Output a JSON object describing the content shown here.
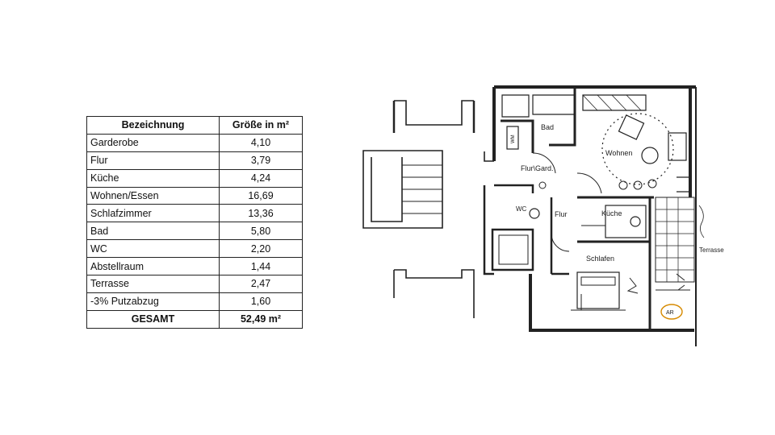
{
  "table": {
    "header_name": "Bezeichnung",
    "header_size": "Größe in m²",
    "rows": [
      {
        "name": "Garderobe",
        "size": "4,10"
      },
      {
        "name": "Flur",
        "size": "3,79"
      },
      {
        "name": "Küche",
        "size": "4,24"
      },
      {
        "name": "Wohnen/Essen",
        "size": "16,69"
      },
      {
        "name": "Schlafzimmer",
        "size": "13,36"
      },
      {
        "name": "Bad",
        "size": "5,80"
      },
      {
        "name": "WC",
        "size": "2,20"
      },
      {
        "name": "Abstellraum",
        "size": "1,44"
      },
      {
        "name": "Terrasse",
        "size": "2,47"
      },
      {
        "name": "-3% Putzabzug",
        "size": "1,60"
      }
    ],
    "total_name": "GESAMT",
    "total_size": "52,49 m²"
  },
  "plan": {
    "labels": {
      "bad": "Bad",
      "wm": "WM",
      "flur_gard": "Flur\\Gard.",
      "wohnen": "Wohnen",
      "wc": "WC",
      "flur": "Flur",
      "kueche": "Küche",
      "schlafen": "Schlafen",
      "terrasse": "Terrasse",
      "ar": "AR"
    }
  }
}
